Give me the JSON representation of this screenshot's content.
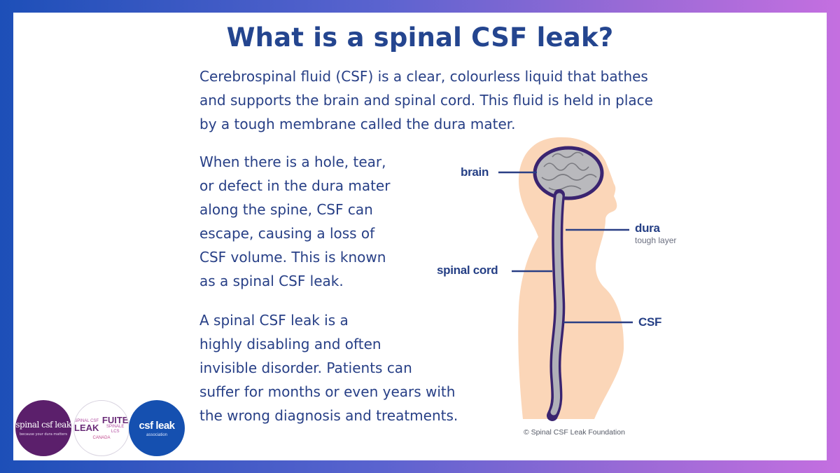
{
  "title": "What is a spinal CSF leak?",
  "paragraphs": [
    "Cerebrospinal fluid (CSF) is a clear, colourless liquid that bathes\nand supports the brain and spinal cord. This fluid is held in place\nby a tough membrane called the dura mater.",
    "When there is a hole, tear,\nor defect in the dura mater\nalong the spine, CSF can\nescape, causing a loss of\nCSF volume. This is known\nas a spinal CSF leak.",
    "A spinal CSF leak is a\nhighly disabling and often\ninvisible disorder. Patients can\nsuffer for months or even years with\nthe wrong diagnosis and treatments."
  ],
  "diagram": {
    "labels": {
      "brain": "brain",
      "dura": "dura",
      "dura_sub": "tough layer",
      "spinal_cord": "spinal cord",
      "csf": "CSF"
    },
    "copyright": "© Spinal CSF Leak Foundation"
  },
  "logos": {
    "foundation": {
      "name": "spinal csf leak",
      "tagline": "because your dura matters"
    },
    "canada": {
      "line1": "SPINAL CSF",
      "line2": "LEAK",
      "line3": "FUITE",
      "line4": "SPINALE LCS",
      "line5": "CANADA"
    },
    "association": {
      "name": "csf leak",
      "sub": "association"
    }
  },
  "colors": {
    "title": "#24458f",
    "text": "#273f86",
    "body_silhouette": "#fbd6b8",
    "brain": "#b9b9bd",
    "dura_outline": "#3a2470"
  }
}
